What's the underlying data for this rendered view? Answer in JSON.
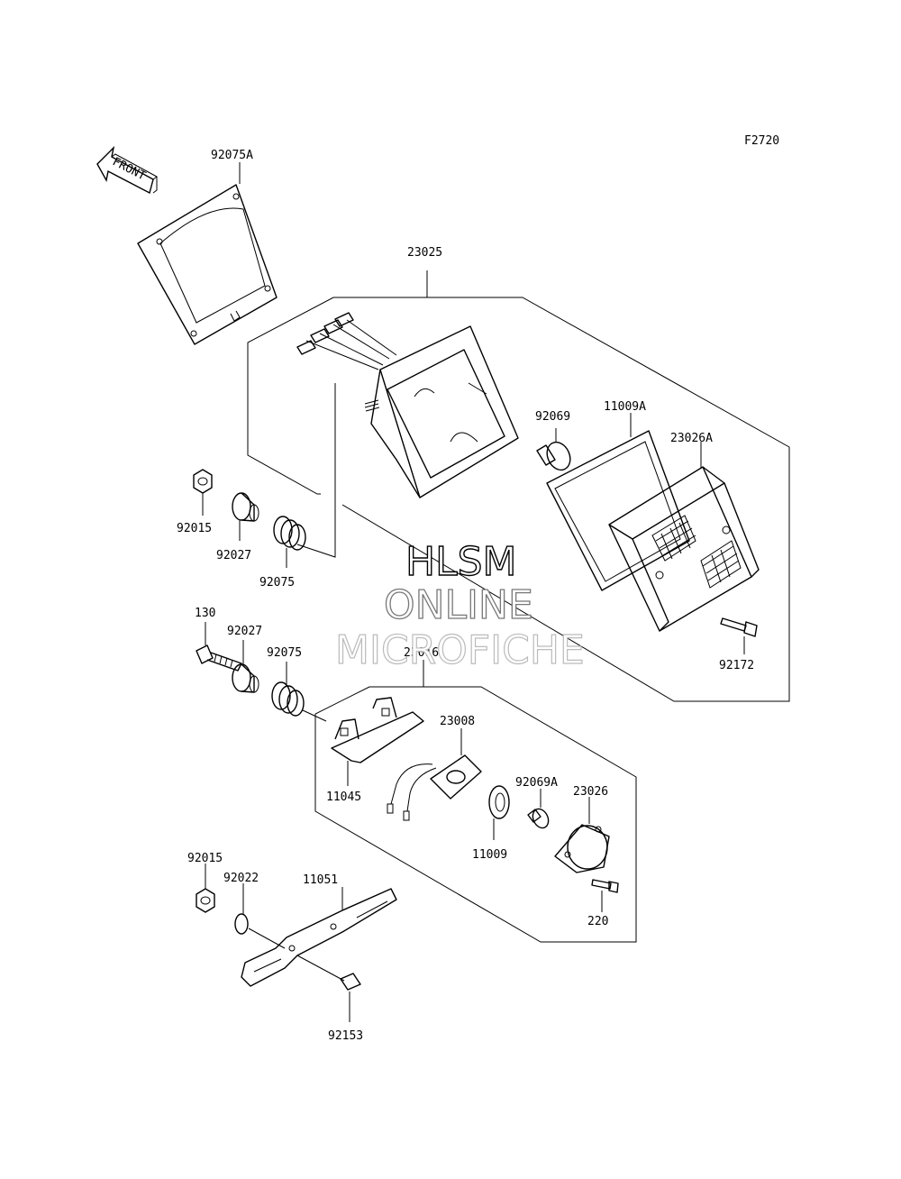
{
  "figure_code": "F2720",
  "front_arrow_text": "FRONT",
  "watermark": {
    "line1": "HLSM",
    "line2": "ONLINE",
    "line3": "MICROFICHE"
  },
  "callouts": {
    "p92075A": "92075A",
    "p23025": "23025",
    "p92069": "92069",
    "p11009A": "11009A",
    "p23026A": "23026A",
    "p92015_top": "92015",
    "p92027_top": "92027",
    "p92075_top": "92075",
    "p92172": "92172",
    "p130": "130",
    "p92027_mid": "92027",
    "p92075_mid": "92075",
    "p23016": "23016",
    "p23008": "23008",
    "p11045": "11045",
    "p92069A": "92069A",
    "p23026": "23026",
    "p11009": "11009",
    "p220": "220",
    "p92015_bot": "92015",
    "p92022": "92022",
    "p11051": "11051",
    "p92153": "92153"
  }
}
